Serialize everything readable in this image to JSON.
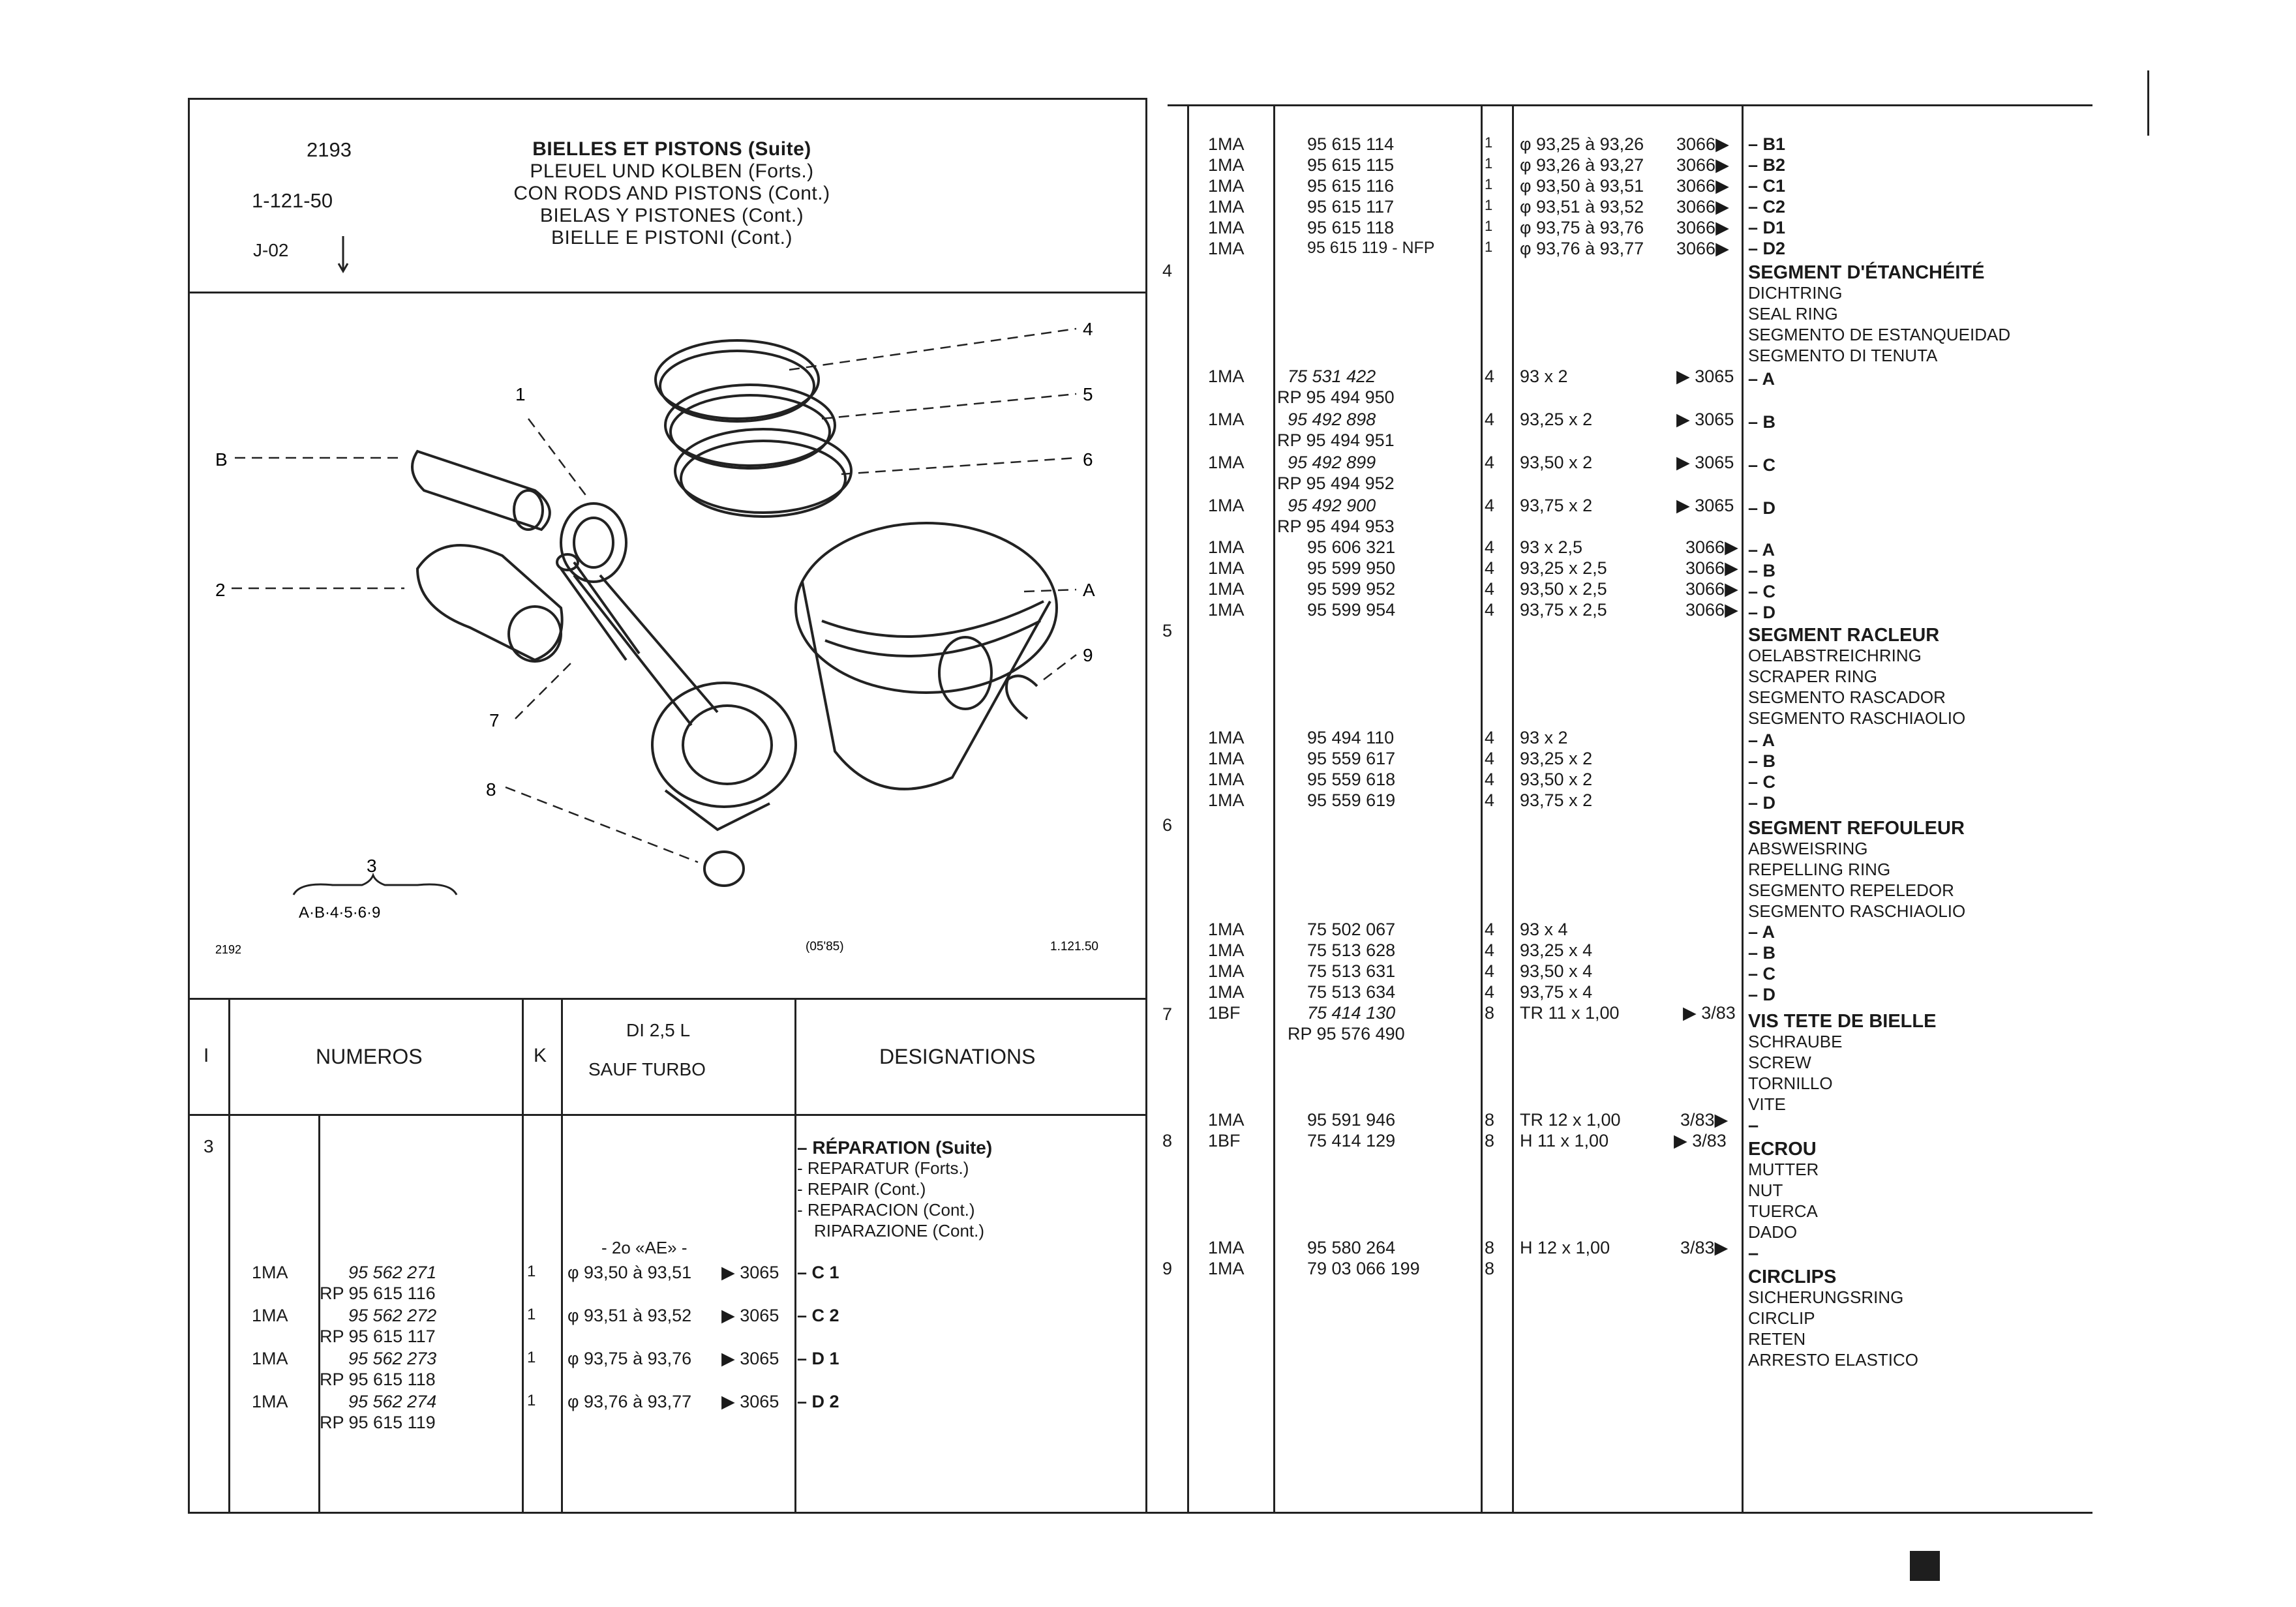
{
  "header": {
    "ref_left": "2193",
    "ref_code": "1-121-50",
    "ref_j": "J-02",
    "titles": [
      "BIELLES ET PISTONS (Suite)",
      "PLEUEL UND KOLBEN (Forts.)",
      "CON RODS AND PISTONS (Cont.)",
      "BIELAS Y PISTONES (Cont.)",
      "BIELLE E PISTONI (Cont.)"
    ]
  },
  "diagram": {
    "callouts": [
      "1",
      "2",
      "B",
      "7",
      "8",
      "4",
      "5",
      "6",
      "A",
      "9",
      "3"
    ],
    "kit_label": "A·B·4·5·6·9",
    "ref_code": "2192",
    "date": "(05'85)",
    "page_ref": "1.121.50"
  },
  "table_header": {
    "col_i": "I",
    "col_numeros": "NUMEROS",
    "col_k": "K",
    "col_model_line1": "DI 2,5 L",
    "col_model_line2": "SAUF TURBO",
    "col_designations": "DESIGNATIONS"
  },
  "left_section": {
    "item_no": "3",
    "repair_titles": [
      "– RÉPARATION (Suite)",
      "- REPARATUR (Forts.)",
      "- REPAIR (Cont.)",
      "- REPARACION (Cont.)",
      "RIPARAZIONE (Cont.)"
    ],
    "sub_header": "- 2o «AE» -",
    "rows": [
      {
        "code": "1MA",
        "part": "95 562 271",
        "rp": "RP 95 615 116",
        "qty": "1",
        "spec": "φ 93,50 à 93,51",
        "ref": "▶ 3065",
        "desig": "– C 1"
      },
      {
        "code": "1MA",
        "part": "95 562 272",
        "rp": "RP 95 615 117",
        "qty": "1",
        "spec": "φ 93,51 à 93,52",
        "ref": "▶ 3065",
        "desig": "– C 2"
      },
      {
        "code": "1MA",
        "part": "95 562 273",
        "rp": "RP 95 615 118",
        "qty": "1",
        "spec": "φ 93,75 à 93,76",
        "ref": "▶ 3065",
        "desig": "– D 1"
      },
      {
        "code": "1MA",
        "part": "95 562 274",
        "rp": "RP 95 615 119",
        "qty": "1",
        "spec": "φ 93,76 à 93,77",
        "ref": "▶ 3065",
        "desig": "– D 2"
      }
    ]
  },
  "right_section": {
    "item_numbers": [
      "4",
      "5",
      "6",
      "7",
      "8",
      "9"
    ],
    "rows4": [
      {
        "code": "1MA",
        "part": "95 615 114",
        "qty": "1",
        "spec": "φ 93,25 à 93,26",
        "ref": "3066▶",
        "desig": "– B1"
      },
      {
        "code": "1MA",
        "part": "95 615 115",
        "qty": "1",
        "spec": "φ 93,26 à 93,27",
        "ref": "3066▶",
        "desig": "– B2"
      },
      {
        "code": "1MA",
        "part": "95 615 116",
        "qty": "1",
        "spec": "φ 93,50 à 93,51",
        "ref": "3066▶",
        "desig": "– C1"
      },
      {
        "code": "1MA",
        "part": "95 615 117",
        "qty": "1",
        "spec": "φ 93,51 à 93,52",
        "ref": "3066▶",
        "desig": "– C2"
      },
      {
        "code": "1MA",
        "part": "95 615 118",
        "qty": "1",
        "spec": "φ 93,75 à 93,76",
        "ref": "3066▶",
        "desig": "– D1"
      },
      {
        "code": "1MA",
        "part": "95 615 119 - NFP",
        "qty": "1",
        "spec": "φ 93,76 à 93,77",
        "ref": "3066▶",
        "desig": "– D2"
      }
    ],
    "seal_titles": [
      "SEGMENT D'ÉTANCHÉITÉ",
      "DICHTRING",
      "SEAL RING",
      "SEGMENTO DE ESTANQUEIDAD",
      "SEGMENTO DI TENUTA"
    ],
    "rows5": [
      {
        "code": "1MA",
        "part": "75 531 422",
        "rp": "RP 95 494 950",
        "qty": "4",
        "spec": "93 x 2",
        "ref": "▶ 3065",
        "desig": "– A"
      },
      {
        "code": "1MA",
        "part": "95 492 898",
        "rp": "RP 95 494 951",
        "qty": "4",
        "spec": "93,25 x 2",
        "ref": "▶ 3065",
        "desig": "– B"
      },
      {
        "code": "1MA",
        "part": "95 492 899",
        "rp": "RP 95 494 952",
        "qty": "4",
        "spec": "93,50 x 2",
        "ref": "▶ 3065",
        "desig": "– C"
      },
      {
        "code": "1MA",
        "part": "95 492 900",
        "rp": "RP 95 494 953",
        "qty": "4",
        "spec": "93,75 x 2",
        "ref": "▶ 3065",
        "desig": "– D"
      }
    ],
    "rows5b": [
      {
        "code": "1MA",
        "part": "95 606 321",
        "qty": "4",
        "spec": "93 x 2,5",
        "ref": "3066▶",
        "desig": "– A"
      },
      {
        "code": "1MA",
        "part": "95 599 950",
        "qty": "4",
        "spec": "93,25 x 2,5",
        "ref": "3066▶",
        "desig": "– B"
      },
      {
        "code": "1MA",
        "part": "95 599 952",
        "qty": "4",
        "spec": "93,50 x 2,5",
        "ref": "3066▶",
        "desig": "– C"
      },
      {
        "code": "1MA",
        "part": "95 599 954",
        "qty": "4",
        "spec": "93,75 x 2,5",
        "ref": "3066▶",
        "desig": "– D"
      }
    ],
    "scraper_titles": [
      "SEGMENT RACLEUR",
      "OELABSTREICHRING",
      "SCRAPER RING",
      "SEGMENTO RASCADOR",
      "SEGMENTO RASCHIAOLIO"
    ],
    "rows6": [
      {
        "code": "1MA",
        "part": "95 494 110",
        "qty": "4",
        "spec": "93 x 2",
        "desig": "– A"
      },
      {
        "code": "1MA",
        "part": "95 559 617",
        "qty": "4",
        "spec": "93,25 x 2",
        "desig": "– B"
      },
      {
        "code": "1MA",
        "part": "95 559 618",
        "qty": "4",
        "spec": "93,50 x 2",
        "desig": "– C"
      },
      {
        "code": "1MA",
        "part": "95 559 619",
        "qty": "4",
        "spec": "93,75 x 2",
        "desig": "– D"
      }
    ],
    "repel_titles": [
      "SEGMENT REFOULEUR",
      "ABSWEISRING",
      "REPELLING RING",
      "SEGMENTO REPELEDOR",
      "SEGMENTO RASCHIAOLIO"
    ],
    "rows6b": [
      {
        "code": "1MA",
        "part": "75 502 067",
        "qty": "4",
        "spec": "93 x 4",
        "desig": "– A"
      },
      {
        "code": "1MA",
        "part": "75 513 628",
        "qty": "4",
        "spec": "93,25 x 4",
        "desig": "– B"
      },
      {
        "code": "1MA",
        "part": "75 513 631",
        "qty": "4",
        "spec": "93,50 x 4",
        "desig": "– C"
      },
      {
        "code": "1MA",
        "part": "75 513 634",
        "qty": "4",
        "spec": "93,75 x 4",
        "desig": "– D"
      }
    ],
    "row7": {
      "code": "1BF",
      "part": "75 414 130",
      "rp": "RP 95 576 490",
      "qty": "8",
      "spec": "TR 11 x 1,00",
      "ref": "▶ 3/83"
    },
    "screw_titles": [
      "VIS TETE DE BIELLE",
      "SCHRAUBE",
      "SCREW",
      "TORNILLO",
      "VITE"
    ],
    "row7b": {
      "code": "1MA",
      "part": "95 591 946",
      "qty": "8",
      "spec": "TR 12 x 1,00",
      "ref": "3/83▶",
      "desig": "–"
    },
    "row8": {
      "code": "1BF",
      "part": "75 414 129",
      "qty": "8",
      "spec": "H 11 x 1,00",
      "ref": "▶ 3/83"
    },
    "nut_titles": [
      "ECROU",
      "MUTTER",
      "NUT",
      "TUERCA",
      "DADO"
    ],
    "row8b": {
      "code": "1MA",
      "part": "95 580 264",
      "qty": "8",
      "spec": "H 12 x 1,00",
      "ref": "3/83▶",
      "desig": "–"
    },
    "row9": {
      "code": "1MA",
      "part": "79 03 066 199",
      "qty": "8"
    },
    "circlip_titles": [
      "CIRCLIPS",
      "SICHERUNGSRING",
      "CIRCLIP",
      "RETEN",
      "ARRESTO ELASTICO"
    ]
  }
}
